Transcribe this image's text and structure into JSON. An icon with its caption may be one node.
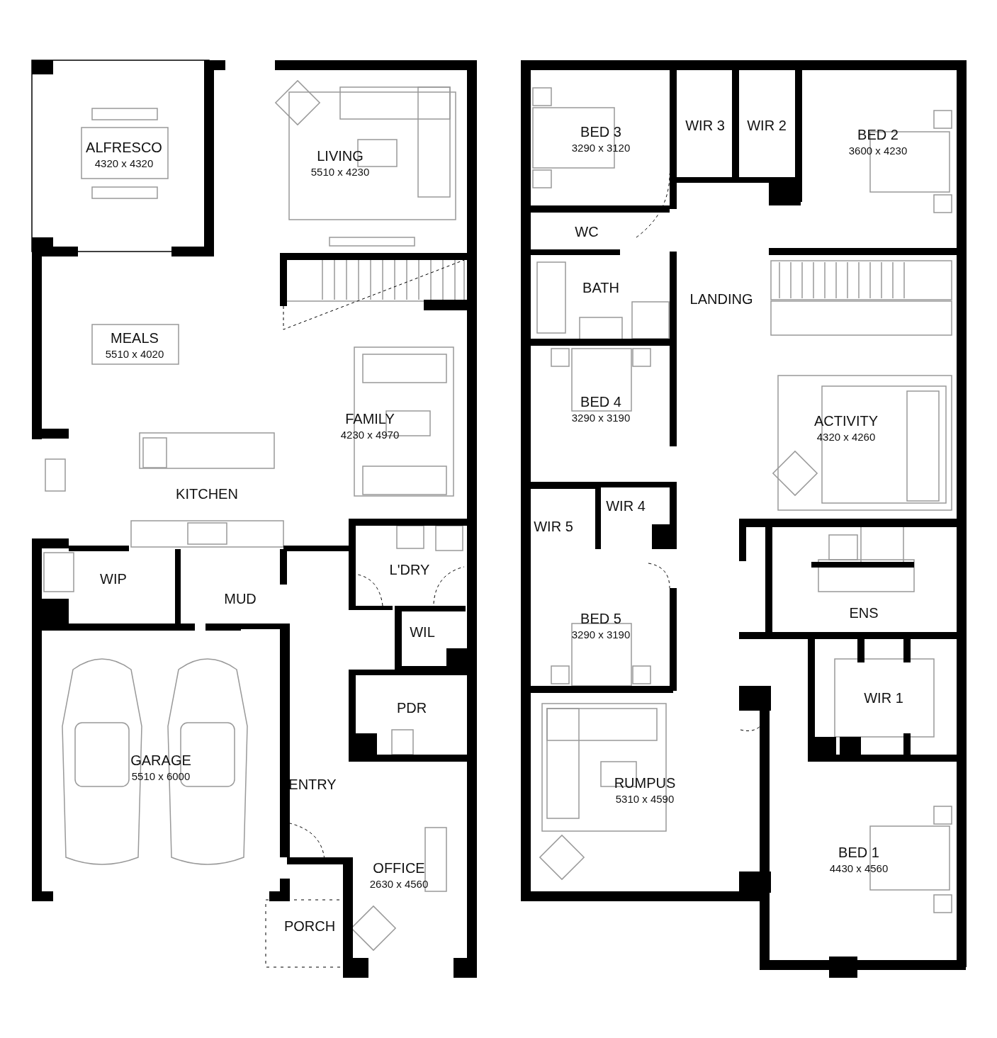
{
  "diagram": {
    "labels": [
      "ALFRESCO",
      "4320 x 4320",
      "LIVING",
      "5510 x 4230",
      "MEALS",
      "5510 x 4020",
      "FAMILY",
      "4230 x 4970",
      "KITCHEN",
      "WIP",
      "MUD",
      "L'DRY",
      "WIL",
      "PDR",
      "GARAGE",
      "5510 x 6000",
      "ENTRY",
      "OFFICE",
      "2630 x 4560",
      "PORCH",
      "BED 3",
      "3290 x 3120",
      "WIR 3",
      "WIR 2",
      "BED 2",
      "3600 x 4230",
      "WC",
      "BATH",
      "LANDING",
      "BED 4",
      "3290 x 3190",
      "ACTIVITY",
      "4320 x 4260",
      "WIR 4",
      "WIR 5",
      "ENS",
      "BED 5",
      "3290 x 3190",
      "WIR 1",
      "RUMPUS",
      "5310 x 4590",
      "BED 1",
      "4430 x 4560"
    ]
  }
}
